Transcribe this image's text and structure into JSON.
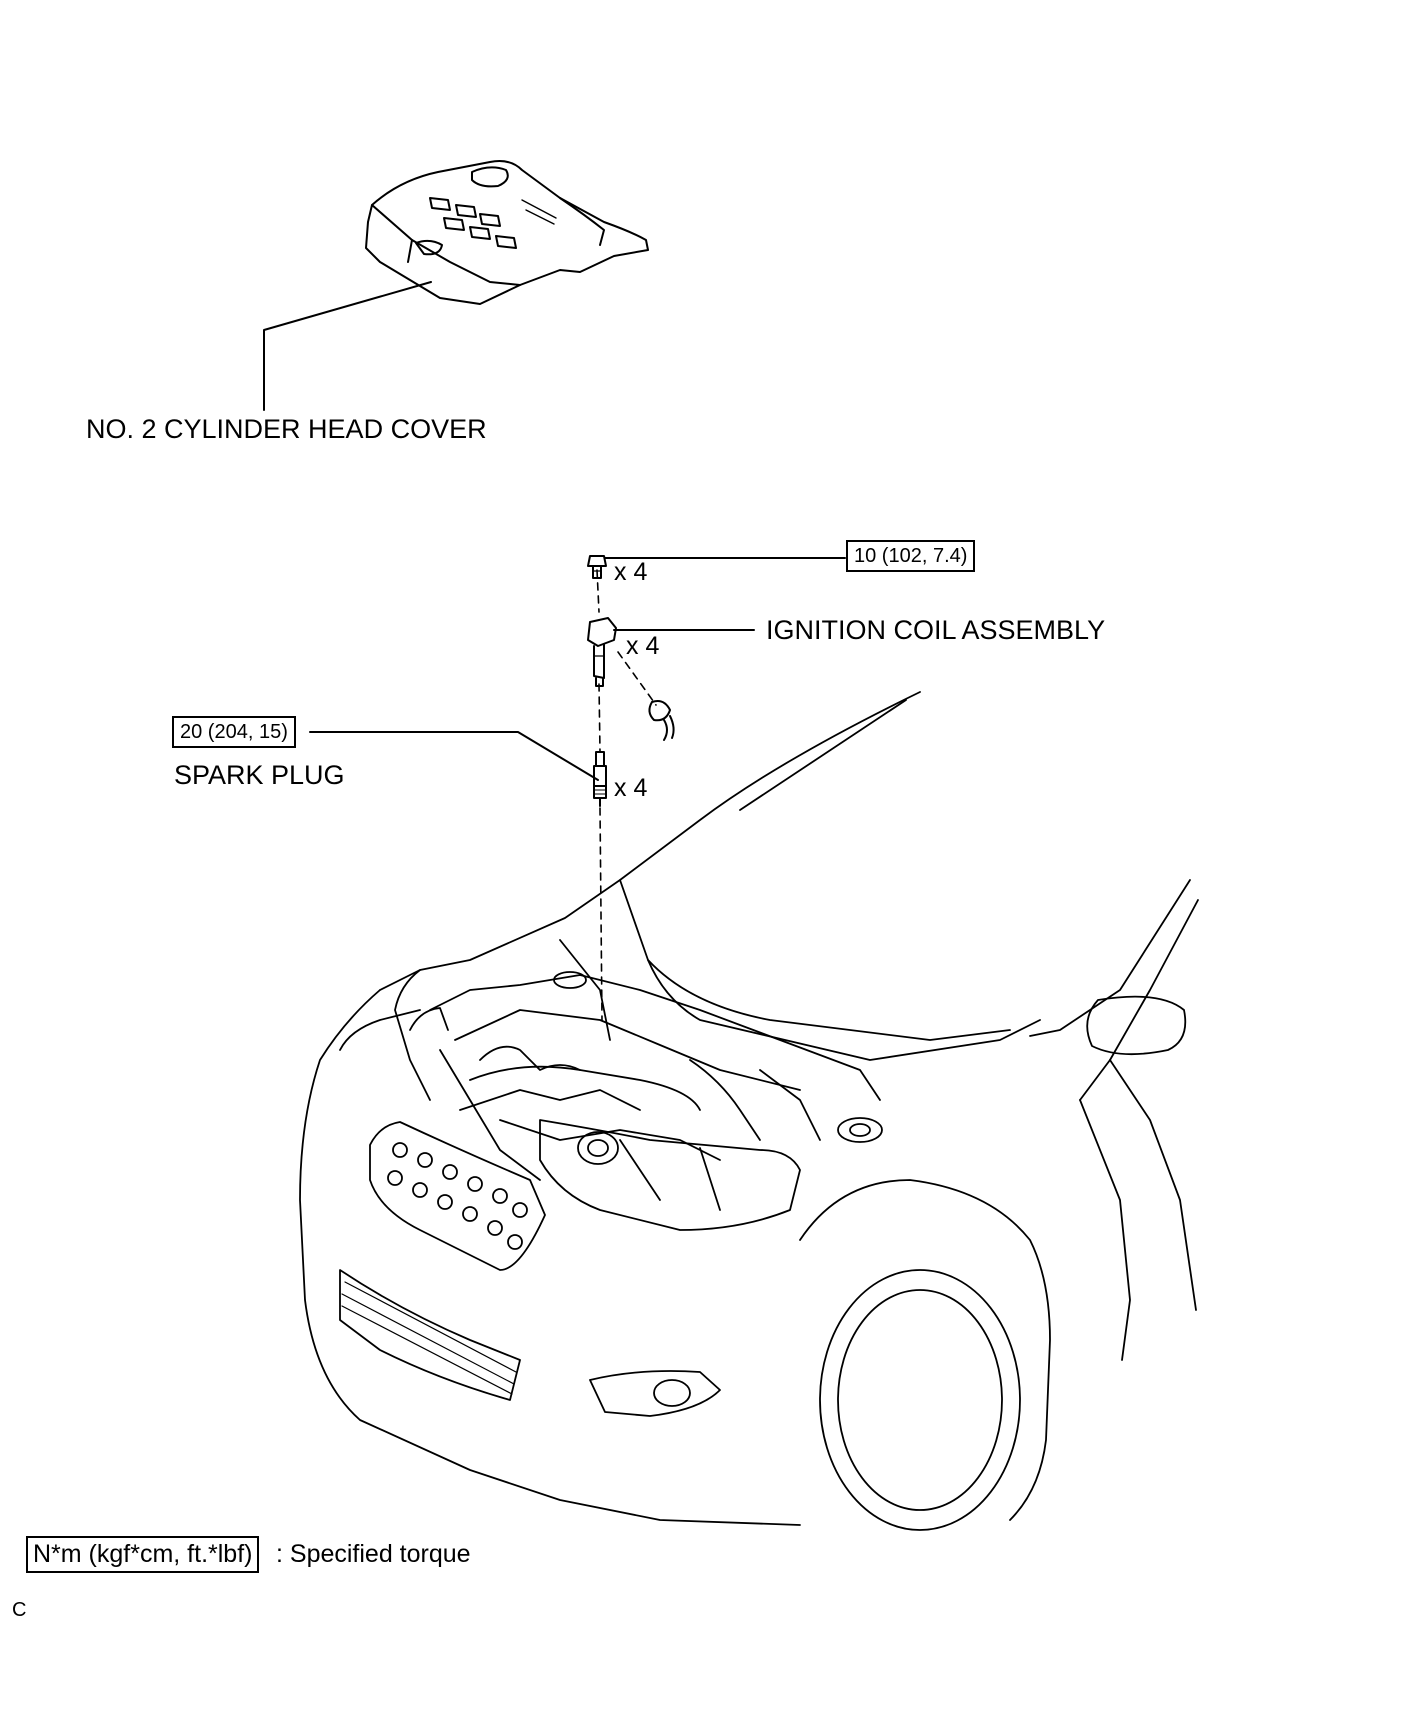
{
  "labels": {
    "head_cover": "NO. 2 CYLINDER HEAD COVER",
    "ignition_coil": "IGNITION COIL ASSEMBLY",
    "spark_plug": "SPARK PLUG"
  },
  "torque": {
    "bolt": "10 (102, 7.4)",
    "spark_plug": "20 (204, 15)"
  },
  "quantities": {
    "bolt": "x 4",
    "ignition_coil": "x 4",
    "spark_plug": "x 4"
  },
  "legend": {
    "unit_box": "N*m (kgf*cm, ft.*lbf)",
    "description": ": Specified torque"
  },
  "figure_code": "C",
  "colors": {
    "line": "#000000",
    "background": "#ffffff"
  }
}
